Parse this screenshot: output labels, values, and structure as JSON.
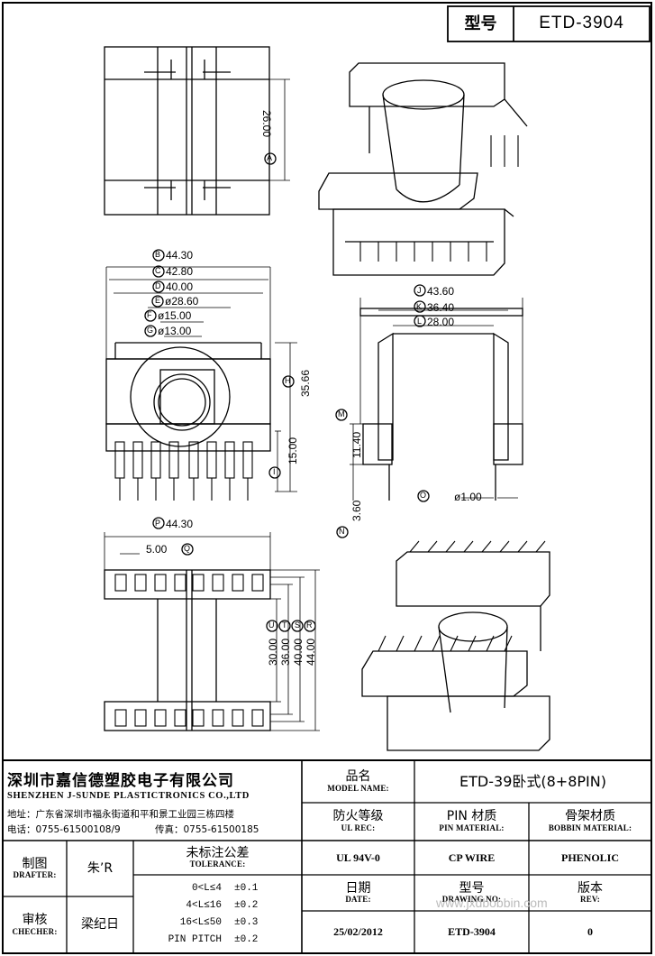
{
  "header": {
    "label": "型号",
    "value": "ETD-3904"
  },
  "dims": {
    "A": "26.00",
    "B": "44.30",
    "C": "42.80",
    "D": "40.00",
    "E": "ø28.60",
    "F": "ø15.00",
    "G": "ø13.00",
    "H": "35.66",
    "I": "15.00",
    "J": "43.60",
    "K": "36.40",
    "L": "28.00",
    "M": "11.40",
    "N": "3.60",
    "O": "ø1.00",
    "P": "44.30",
    "Q": "5.00",
    "R": "44.00",
    "S": "40.00",
    "T": "36.00",
    "U": "30.00"
  },
  "title_block": {
    "company_cn": "深圳市嘉信德塑胶电子有限公司",
    "company_en": "SHENZHEN J-SUNDE PLASTICTRONICS CO.,LTD",
    "address": "地址：广东省深圳市福永街道和平和景工业园三栋四楼",
    "phone": "电话：0755-61500108/9",
    "fax": "传真：0755-61500185",
    "model_name_cn": "品名",
    "model_name_en": "MODEL NAME:",
    "model_name_value": "ETD-39卧式(8+8PIN)",
    "ul_cn": "防火等级",
    "ul_en": "UL REC:",
    "pin_cn": "PIN 材质",
    "pin_en": "PIN MATERIAL:",
    "bobbin_cn": "骨架材质",
    "bobbin_en": "BOBBIN MATERIAL:",
    "ul_value": "UL 94V-0",
    "pin_value": "CP WIRE",
    "bobbin_value": "PHENOLIC",
    "drafter_cn": "制图",
    "drafter_en": "DRAFTER:",
    "drafter_name": "朱’R",
    "checker_cn": "审核",
    "checker_en": "CHECHER:",
    "checker_name": "梁纪日",
    "tolerance_cn": "未标注公差",
    "tolerance_en": "TOLERANCE:",
    "tolerances": [
      {
        "range": "0<L≤4",
        "value": "±0.1"
      },
      {
        "range": "4<L≤16",
        "value": "±0.2"
      },
      {
        "range": "16<L≤50",
        "value": "±0.3"
      },
      {
        "range": "PIN PITCH",
        "value": "±0.2"
      }
    ],
    "date_cn": "日期",
    "date_en": "DATE:",
    "date_value": "25/02/2012",
    "drawing_no_cn": "型号",
    "drawing_no_en": "DRAWING NO:",
    "drawing_no_value": "ETD-3904",
    "rev_cn": "版本",
    "rev_en": "REV:",
    "rev_value": "0"
  },
  "watermark": "www.jxdbobbin.com"
}
